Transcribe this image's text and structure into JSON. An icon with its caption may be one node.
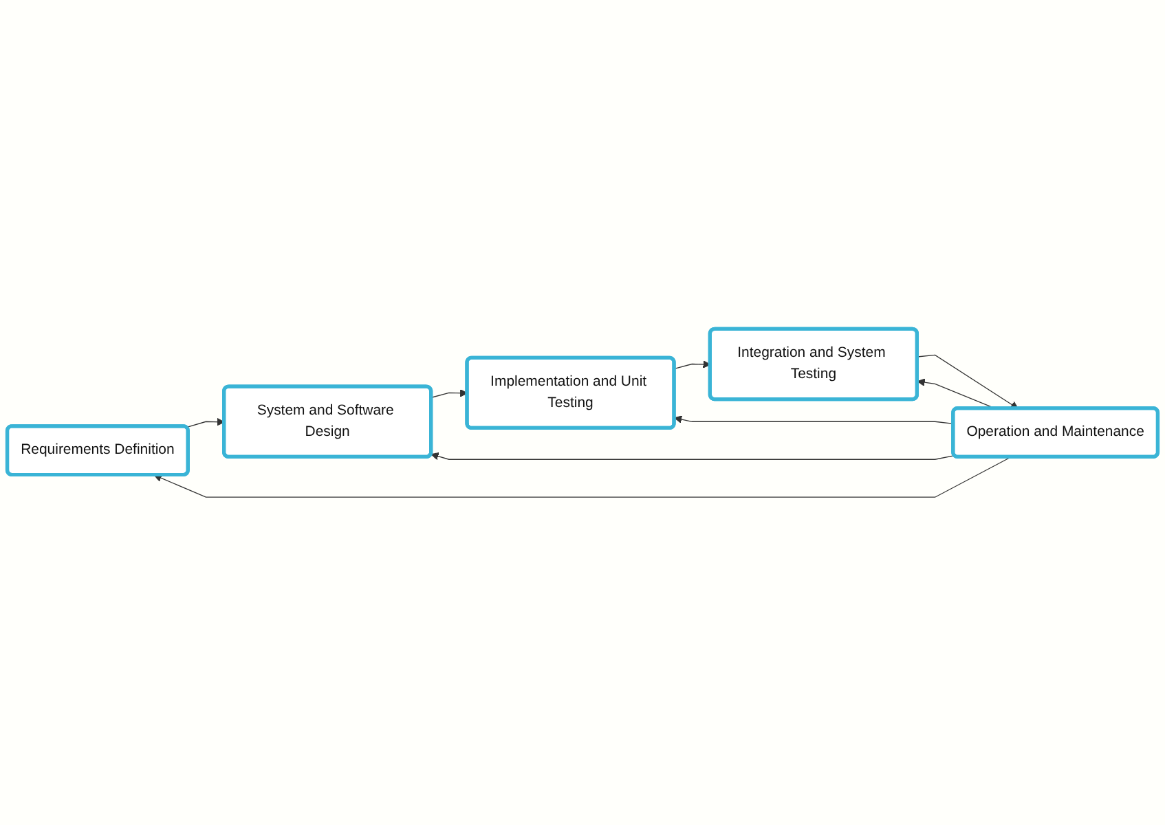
{
  "diagram": {
    "nodes": [
      {
        "text": [
          "Requirements Definition"
        ]
      },
      {
        "text": [
          "System and Software Design"
        ]
      },
      {
        "text": [
          "Implementation and Unit Testing"
        ]
      },
      {
        "text": [
          "Integration and System Testing"
        ]
      },
      {
        "text": [
          "Operation and Maintenance"
        ]
      }
    ],
    "edges": [
      {
        "from": 0,
        "to": 1,
        "arrow": "to"
      },
      {
        "from": 1,
        "to": 2,
        "arrow": "to"
      },
      {
        "from": 2,
        "to": 3,
        "arrow": "to"
      },
      {
        "from": 3,
        "to": 4,
        "arrow": "to"
      },
      {
        "from": 4,
        "to": 3,
        "arrow": "to"
      },
      {
        "from": 4,
        "to": 2,
        "arrow": "to"
      },
      {
        "from": 4,
        "to": 1,
        "arrow": "to"
      },
      {
        "from": 4,
        "to": 0,
        "arrow": "to"
      }
    ]
  }
}
